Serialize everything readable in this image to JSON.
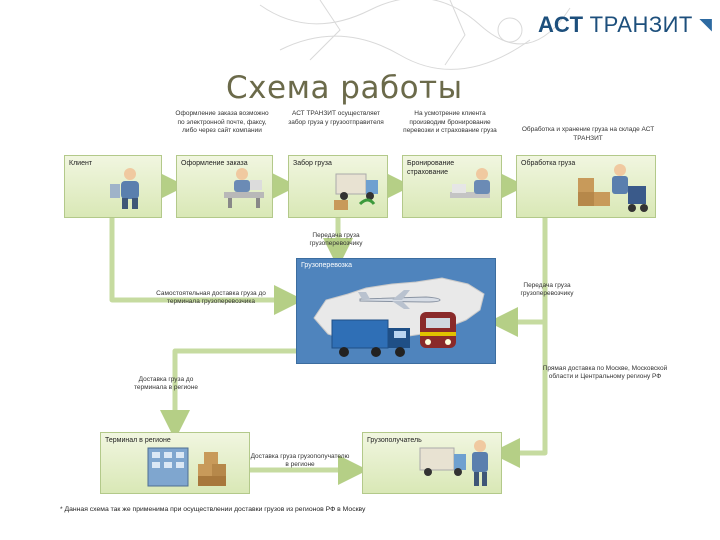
{
  "header": {
    "brand_part1": "АСТ",
    "brand_part2": "ТРАНЗИТ",
    "title": "Схема работы"
  },
  "top_descriptions": [
    "Оформление заказа возможно по электронной почте, факсу, либо через сайт компании",
    "АСТ ТРАНЗИТ осуществляет забор груза у грузоотправителя",
    "На усмотрение клиента производим бронирование перевозки и страхование груза",
    "Обработка и хранение груза на складе АСТ ТРАНЗИТ"
  ],
  "stages": {
    "client": "Клиент",
    "order": "Оформление заказа",
    "pickup": "Забор груза",
    "booking": "Бронирование страхование",
    "processing": "Обработка груза"
  },
  "transport_panel": {
    "label": "Грузоперевозка"
  },
  "arrow_labels": {
    "handover": "Передача груза грузоперевозчику",
    "self_delivery": "Самостоятельная доставка груза до терминала грузоперевозчика",
    "transfer": "Передача груза грузоперевозчику",
    "region_delivery": "Доставка груза до терминала в регионе",
    "moscow_delivery": "Прямая доставка по Москве, Московской области и Центральному региону РФ",
    "consignee_delivery": "Доставка груза грузополучателю в регионе"
  },
  "bottom_stages": {
    "terminal": "Терминал в регионе",
    "consignee": "Грузополучатель"
  },
  "footnote": "* Данная схема так же применима при осуществлении доставки грузов из регионов РФ в Москву",
  "colors": {
    "brand": "#1d4f7c",
    "title": "#6b6a4a",
    "stage_fill": "#e3eec5",
    "arrow": "#c6dba0",
    "map_panel": "#4f84bd"
  }
}
